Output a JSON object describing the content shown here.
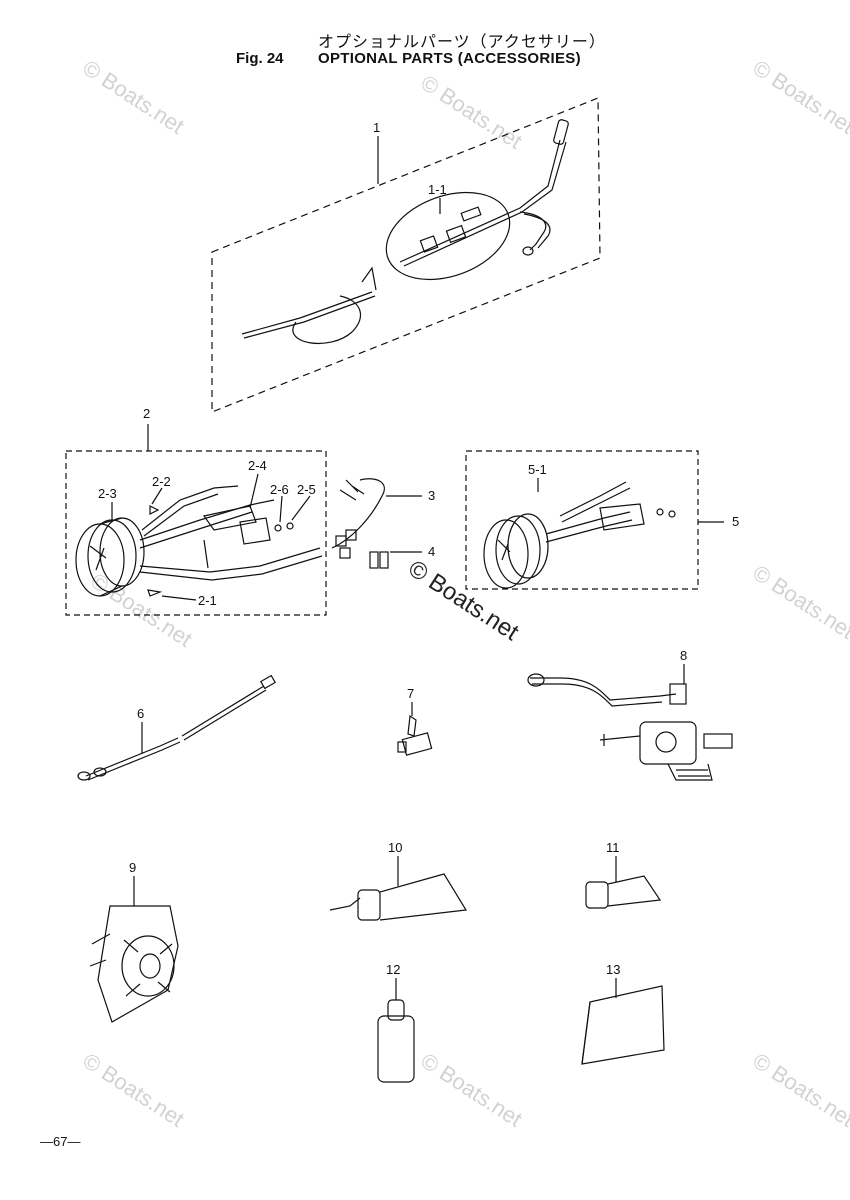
{
  "header": {
    "title_jp": "オプショナルパーツ（アクセサリー）",
    "fig_number": "Fig. 24",
    "title_en": "OPTIONAL PARTS (ACCESSORIES)"
  },
  "watermark": {
    "text": "© Boats.net",
    "center_text": "© Boats.net"
  },
  "callouts": {
    "c1": "1",
    "c1_1": "1-1",
    "c2": "2",
    "c2_1": "2-1",
    "c2_2": "2-2",
    "c2_3": "2-3",
    "c2_4": "2-4",
    "c2_5": "2-5",
    "c2_6": "2-6",
    "c3": "3",
    "c4": "4",
    "c5": "5",
    "c5_1": "5-1",
    "c6": "6",
    "c7": "7",
    "c8": "8",
    "c9": "9",
    "c10": "10",
    "c11": "11",
    "c12": "12",
    "c13": "13"
  },
  "footer": {
    "page_number": "—67—"
  }
}
